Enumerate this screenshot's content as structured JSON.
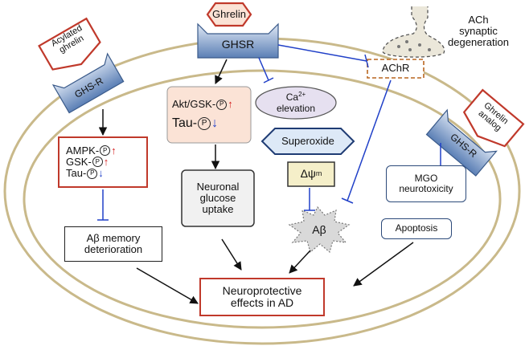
{
  "nodes": {
    "ghrelin": "Ghrelin",
    "ghsr": "GHSR",
    "acylated_ghrelin_1": "Acylated",
    "acylated_ghrelin_2": "ghrelin",
    "ghs_r_left": "GHS-R",
    "ghs_r_right": "GHS-R",
    "ghrelin_analog_1": "Ghrelin",
    "ghrelin_analog_2": "analog",
    "ach_1": "ACh",
    "ach_2": "synaptic",
    "ach_3": "degeneration",
    "achr": "AChR",
    "akt_gsk": "Akt/GSK-",
    "tau_mid": "Tau-",
    "ca_1": "Ca",
    "ca_sup": "2+",
    "ca_2": "elevation",
    "superoxide": "Superoxide",
    "delta_psi": "Δψ",
    "delta_psi_sub": "m",
    "abeta_star": "Aβ",
    "ampk": "AMPK-",
    "gsk": "GSK-",
    "tau_left": "Tau-",
    "p_symbol": "P",
    "arrow_up": "↑",
    "arrow_down": "↓",
    "glucose_1": "Neuronal",
    "glucose_2": "glucose",
    "glucose_3": "uptake",
    "abeta_mem_1": "Aβ memory",
    "abeta_mem_2": "deterioration",
    "mgo_1": "MGO",
    "mgo_2": "neurotoxicity",
    "apoptosis": "Apoptosis",
    "neuro_1": "Neuroprotective",
    "neuro_2": "effects in AD"
  },
  "colors": {
    "membrane": "#c9b98a",
    "receptor_fill": "#5b7fb5",
    "ghrelin_border": "#c0392b",
    "inhibit_line": "#2040c8",
    "up_arrow": "#d62020",
    "down_arrow": "#2040c8",
    "akt_box_fill": "#fbe3d6",
    "ca_fill": "#e6e0f0",
    "superoxide_fill": "#dde9f7",
    "delta_fill": "#f5efc9",
    "glucose_fill": "#f1f1f1",
    "abeta_fill": "#d9d9d9"
  }
}
